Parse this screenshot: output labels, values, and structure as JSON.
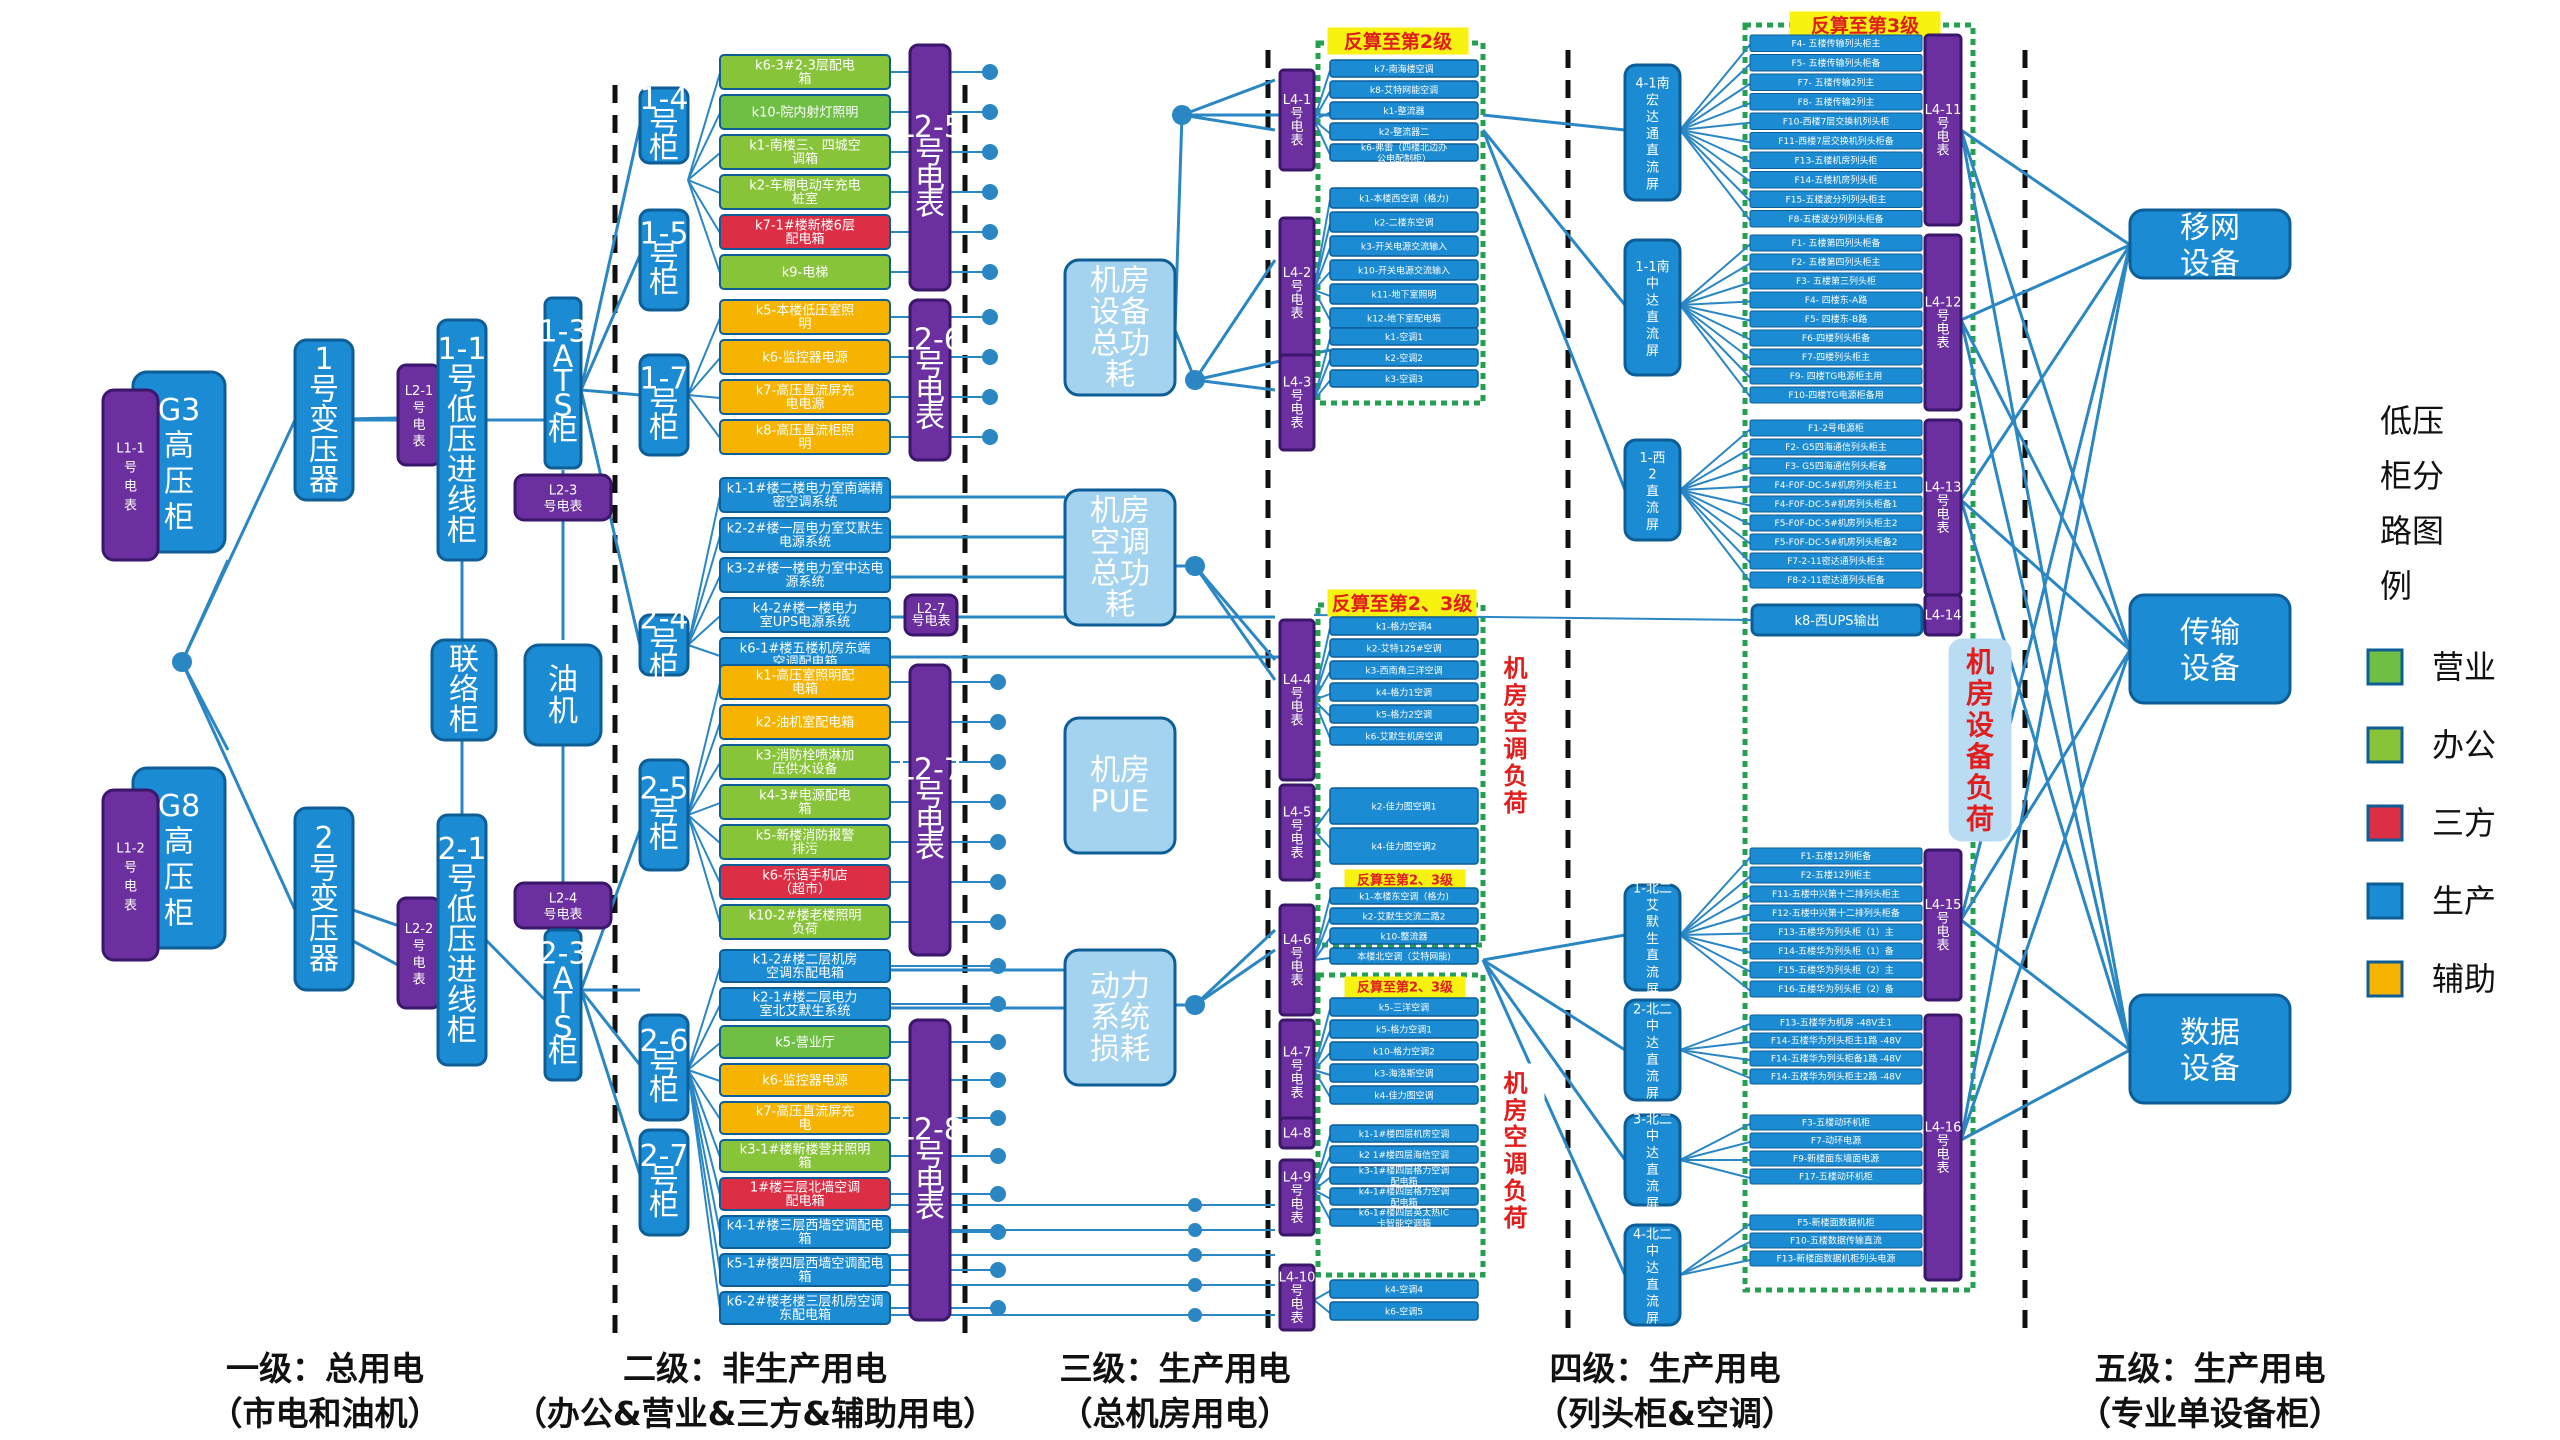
{
  "colors": {
    "production": "#1b8bd3",
    "office": "#88c43a",
    "business": "#6fbf45",
    "third": "#dc2f46",
    "aux": "#f6b400",
    "meter": "#6b2fa0",
    "line": "#2a87c4",
    "backout": "#f7f20f",
    "dotted": "#24a050"
  },
  "level1": {
    "g3": "G3\n高\n压\n柜",
    "g8": "G8\n高\n压\n柜",
    "l11": "L1-1\n号\n电\n表",
    "l12": "L1-2\n号\n电\n表",
    "t1": "1\n号\n变\n压\n器",
    "t2": "2\n号\n变\n压\n器",
    "l21": "L2-1\n号\n电\n表",
    "l22": "L2-2\n号\n电\n表",
    "in1": "1-1\n号\n低\n压\n进\n线\n柜",
    "in2": "2-1\n号\n低\n压\n进\n线\n柜",
    "tie": "联\n络\n柜",
    "oil": "油\n机",
    "ats1": "1-3\nA\nT\nS\n柜",
    "ats2": "2-3\nA\nT\nS\n柜",
    "l23": "L2-3\n号电表",
    "l24": "L2-4\n号电表"
  },
  "level2": {
    "cab14": "1-4\n号\n柜",
    "cab15": "1-5\n号\n柜",
    "cab17": "1-7\n号\n柜",
    "cab24": "2-4\n号\n柜",
    "cab25": "2-5\n号\n柜",
    "cab26": "2-6\n号\n柜",
    "cab27": "2-7\n号\n柜",
    "l25": "L2-5\n号\n电\n表",
    "l26": "L2-6\n号\n电\n表",
    "l27": "L2-7\n号\n电\n表",
    "l28": "L2-8\n号\n电\n表",
    "l27s": "L2-7\n号电表",
    "g1": [
      "k6-3#2-3层配电\n箱",
      "k10-院内射灯照明",
      "k1-南楼三、四城空\n调箱",
      "k2-车棚电动车充电\n桩室",
      "k7-1#楼新楼6层\n配电箱",
      "k9-电梯"
    ],
    "g2": [
      "k5-本楼低压室照\n明",
      "k6-监控器电源",
      "k7-高压直流屏充\n电电源",
      "k8-高压直流柜照\n明"
    ],
    "g3": [
      "k1-1#楼二楼电力室南端精\n密空调系统",
      "k2-2#楼一层电力室艾默生\n电源系统",
      "k3-2#楼一楼电力室中达电\n源系统",
      "k4-2#楼一楼电力\n室UPS电源系统",
      "k6-1#楼五楼机房东端\n空调配电箱"
    ],
    "g4": [
      "k1-高压室照明配\n电箱",
      "k2-油机室配电箱",
      "k3-消防栓喷淋加\n压供水设备",
      "k4-3#电源配电\n箱",
      "k5-新楼消防报警\n排污",
      "k6-乐语手机店\n（超市）",
      "k10-2#楼老楼照明\n负荷"
    ],
    "g5": [
      "k1-2#楼二层机房\n空调东配电箱",
      "k2-1#楼二层电力\n室北艾默生系统",
      "k5-营业厅",
      "k6-监控器电源",
      "k7-高压直流屏充\n电",
      "k3-1#楼新楼营井照明\n箱",
      "1#楼三层北墙空调\n配电箱",
      "k4-1#楼三层西墙空调配电\n箱",
      "k5-1#楼四层西墙空调配电\n箱",
      "k6-2#楼老楼三层机房空调\n东配电箱"
    ]
  },
  "level3": {
    "equip": "机房\n设备\n总功\n耗",
    "ac": "机房\n空调\n总功\n耗",
    "pue": "机房\nPUE",
    "power": "动力\n系统\n损耗"
  },
  "level4": {
    "backout2": "反算至第2级",
    "backout3": "反算至第3级",
    "backout23": "反算至第2、3级",
    "backout23s": "反算至第2、3级",
    "acload": "机\n房\n空\n调\n负\n荷",
    "equipload": "机\n房\n设\n备\n负\n荷",
    "m41": "L4-1\n号\n电\n表",
    "m42": "L4-2\n号\n电\n表",
    "m43": "L4-3\n号\n电\n表",
    "m44": "L4-4\n号\n电\n表",
    "m45": "L4-5\n号\n电\n表",
    "m46": "L4-6\n号\n电\n表",
    "m47": "L4-7\n号\n电\n表",
    "m48": "L4-8",
    "m49": "L4-9\n号\n电\n表",
    "m410": "L4-10\n号\n电\n表",
    "ac1": [
      "k7-南海楼空调",
      "k8-艾特网能空调",
      "k1-整流器",
      "k2-整流器二",
      "k6-弗雷（四楼北边办\n公电配制柜）"
    ],
    "ac2": [
      "k1-本楼西空调（格力)",
      "k2-二楼东空调",
      "k3-开关电源交流输入",
      "k10-开关电源交流输入",
      "k11-地下室照明",
      "k12-地下室配电箱"
    ],
    "ac3": [
      "k1-空调1",
      "k2-空调2",
      "k3-空调3"
    ],
    "ac4": [
      "k1-格力空调4",
      "k2-艾特125#空调",
      "k3-西南角三洋空调",
      "k4-格力1空调",
      "k5-格力2空调",
      "k6-艾默生机房空调"
    ],
    "ac5": [
      "k2-佳力图空调1",
      "k4-佳力图空调2"
    ],
    "ac6": [
      "k1-本楼东空调（格力)",
      "k2-艾默生交流二路2",
      "k10-整流器",
      "本楼北空调（艾特网能)"
    ],
    "ac7": [
      "k5-三洋空调",
      "k5-格力空调1",
      "k10-格力空调2",
      "k3-海洛斯空调",
      "k4-佳力图空调"
    ],
    "ac8": [
      "k1-1#楼四层机房空调",
      "k2 1#楼四层海信空调",
      "k3-1#楼四层格力空调\n配电箱",
      "k4-1#楼四层格力空调\n配电箱",
      "k6-1#楼四层英太热IC\n卡智能空调箱"
    ],
    "ac9": [
      "k4-空调4",
      "k6-空调5"
    ]
  },
  "level5": {
    "r41": "4-1南\n宏\n达\n通\n直\n流\n屏",
    "r11": "1-1南\n中\n达\n直\n流\n屏",
    "r1w": "1-西\n2\n直\n流\n屏",
    "rn1": "1-北二\n艾\n默\n生\n直\n流\n屏",
    "rn2": "2-北二\n中\n达\n直\n流\n屏",
    "rn3": "3-北二\n中\n达\n直\n流\n屏",
    "rn4": "4-北二\n中\n达\n直\n流\n屏",
    "m411": "L4-11\n号\n电\n表",
    "m412": "L4-12\n号\n电\n表",
    "m413": "L4-13\n号\n电\n表",
    "m414": "L4-14",
    "m415": "L4-15\n号\n电\n表",
    "m416": "L4-16\n号\n电\n表",
    "col1": [
      "F4- 五楼传输列头柜主",
      "F5- 五楼传输列头柜备",
      "F7- 五楼传输2列主",
      "F8- 五楼传输2列主",
      "F10-西楼7层交换机列头柜",
      "F11-西楼7层交换机列头柜备",
      "F13-五楼机房列头柜",
      "F14-五楼机房列头柜",
      "F15-五楼波分列列头柜主",
      "F8-五楼波分列列头柜备"
    ],
    "col2": [
      "F1- 五楼第四列头柜备",
      "F2- 五楼第四列头柜主",
      "F3- 五楼第三列头柜",
      "F4- 四楼东-A路",
      "F5- 四楼东-B路",
      "F6-四楼列头柜备",
      "F7-四楼列头柜主",
      "F9- 四楼TG电源柜主用",
      "F10-四楼TG电源柜备用"
    ],
    "col3": [
      "F1-2号电源柜",
      "F2- G5四海通信列头柜主",
      "F3- G5四海通信列头柜备",
      "F4-F0F-DC-5#机房列头柜主1",
      "F4-F0F-DC-5#机房列头柜备1",
      "F5-F0F-DC-5#机房列头柜主2",
      "F5-F0F-DC-5#机房列头柜备2",
      "F7-2-11密达通列头柜主",
      "F8-2-11密达通列头柜备"
    ],
    "ups": "k8-西UPS输出",
    "col4": [
      "F1-五楼12列柜备",
      "F2-五楼12列柜主",
      "F11-五楼中兴第十二排列头柜主",
      "F12-五楼中兴第十二排列头柜备",
      "F13-五楼华为列头柜（1）主",
      "F14-五楼华为列头柜（1）备",
      "F15-五楼华为列头柜（2）主",
      "F16-五楼华为列头柜（2）备"
    ],
    "col5": [
      "F13-五楼华为机房 -48V主1",
      "F14-五楼华为列头柜主1路 -48V",
      "F14-五楼华为列头柜备1路 -48V",
      "F14-五楼华为列头柜主2路 -48V"
    ],
    "col6": [
      "F3-五楼动环机柜",
      "F7-动环电源",
      "F9-新楼面东墙面电源",
      "F17-五楼动环机柜"
    ],
    "col7": [
      "F5-新楼面数据机柜",
      "F10-五楼数据传输直流",
      "F13-新楼面数据机柜列头电源"
    ],
    "mobile": "移网\n设备",
    "trans": "传输\n设备",
    "data": "数据\n设备"
  },
  "legend": {
    "title": "低压\n柜分\n路图\n例",
    "items": [
      {
        "label": "营业",
        "color": "#6fbf45"
      },
      {
        "label": "办公",
        "color": "#88c43a"
      },
      {
        "label": "三方",
        "color": "#dc2f46"
      },
      {
        "label": "生产",
        "color": "#1b8bd3"
      },
      {
        "label": "辅助",
        "color": "#f6b400"
      }
    ]
  },
  "footer": {
    "l1": "一级：总用电",
    "l1b": "（市电和油机）",
    "l2": "二级：非生产用电",
    "l2b": "（办公&营业&三方&辅助用电）",
    "l3": "三级：生产用电",
    "l3b": "（总机房用电）",
    "l4": "四级：生产用电",
    "l4b": "（列头柜&空调）",
    "l5": "五级：生产用电",
    "l5b": "（专业单设备柜）"
  }
}
